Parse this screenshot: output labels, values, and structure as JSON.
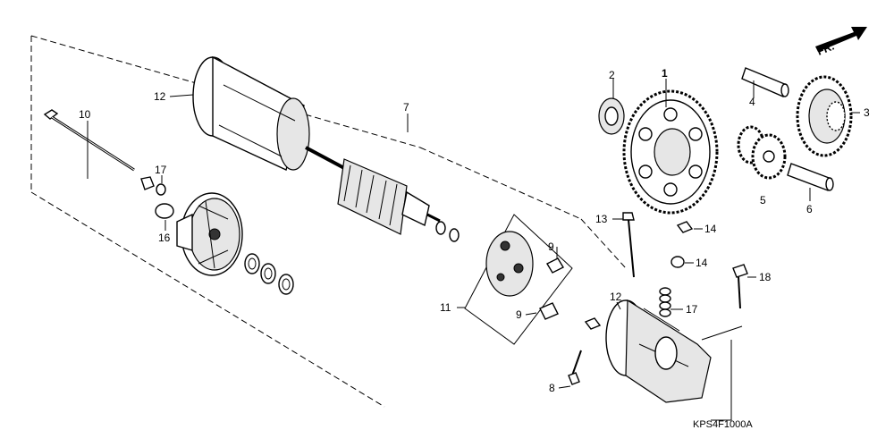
{
  "diagram": {
    "code": "KPS4F1000A",
    "direction_label": "FR.",
    "callouts": {
      "c1": "1",
      "c2": "2",
      "c3": "3",
      "c4": "4",
      "c5": "5",
      "c6": "6",
      "c7": "7",
      "c8": "8",
      "c9a": "9",
      "c9b": "9",
      "c10": "10",
      "c11": "11",
      "c12a": "12",
      "c12b": "12",
      "c13": "13",
      "c14a": "14",
      "c14b": "14",
      "c16": "16",
      "c17a": "17",
      "c17b": "17",
      "c18": "18"
    }
  }
}
